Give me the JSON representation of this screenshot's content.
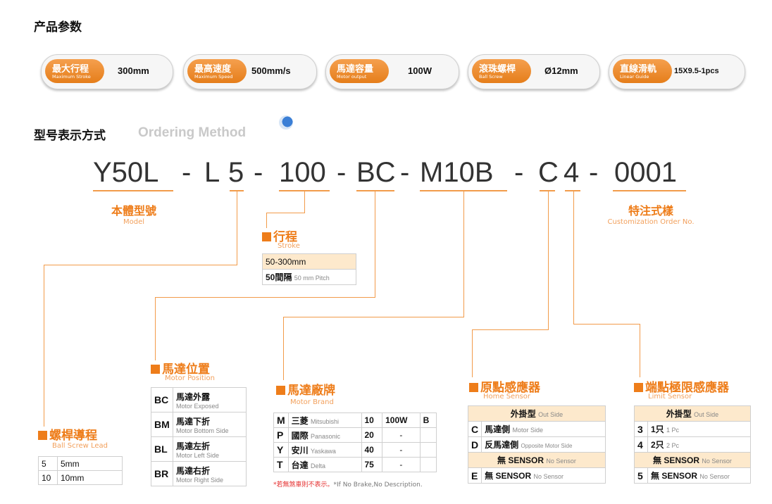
{
  "section1_title": "产品参数",
  "specs": [
    {
      "zh": "最大行程",
      "en": "Maximum Stroke",
      "value": "300mm"
    },
    {
      "zh": "最高速度",
      "en": "Maximum Speed",
      "value": "500mm/s"
    },
    {
      "zh": "馬達容量",
      "en": "Motor output",
      "value": "100W"
    },
    {
      "zh": "滾珠螺桿",
      "en": "Ball Screw",
      "value": "Ø12mm"
    },
    {
      "zh": "直線滑軌",
      "en": "Linear Guide",
      "value": "15X9.5-1pcs"
    }
  ],
  "section2_title": "型号表示方式",
  "section2_en": "Ordering Method",
  "code_parts": [
    "Y50L",
    "-",
    "L",
    "5",
    "-",
    "100",
    "-",
    "BC",
    "-",
    "M10B",
    "-",
    "C",
    "4",
    "-",
    "0001"
  ],
  "model": {
    "zh": "本體型號",
    "en": "Model"
  },
  "custom": {
    "zh": "特注式樣",
    "en": "Customization Order No."
  },
  "stroke": {
    "zh": "行程",
    "en": "Stroke",
    "rows": [
      {
        "a": "50-300mm",
        "b": ""
      },
      {
        "a": "50間隔",
        "b": "50 mm Pitch"
      }
    ]
  },
  "lead": {
    "zh": "螺桿導程",
    "en": "Ball Screw Lead",
    "rows": [
      {
        "a": "5",
        "b": "5mm"
      },
      {
        "a": "10",
        "b": "10mm"
      }
    ]
  },
  "position": {
    "zh": "馬達位置",
    "en": "Motor Position",
    "rows": [
      {
        "code": "BC",
        "zh": "馬達外露",
        "en": "Motor Exposed"
      },
      {
        "code": "BM",
        "zh": "馬達下折",
        "en": "Motor Bottom Side"
      },
      {
        "code": "BL",
        "zh": "馬達左折",
        "en": "Motor Left Side"
      },
      {
        "code": "BR",
        "zh": "馬達右折",
        "en": "Motor Right Side"
      }
    ]
  },
  "brand": {
    "zh": "馬達廠牌",
    "en": "Motor Brand",
    "rows": [
      {
        "code": "M",
        "zh": "三菱",
        "en": "Mitsubishi",
        "num": "10",
        "w": "100W",
        "b": "B"
      },
      {
        "code": "P",
        "zh": "國際",
        "en": "Panasonic",
        "num": "20",
        "w": "-",
        "b": ""
      },
      {
        "code": "Y",
        "zh": "安川",
        "en": "Yaskawa",
        "num": "40",
        "w": "-",
        "b": ""
      },
      {
        "code": "T",
        "zh": "台達",
        "en": "Delta",
        "num": "75",
        "w": "-",
        "b": ""
      }
    ],
    "note_zh": "*若無煞車則不表示。",
    "note_en": "*If No Brake,No Description."
  },
  "home": {
    "zh": "原點感應器",
    "en": "Home Sensor",
    "header": {
      "zh": "外掛型",
      "en": "Out Side"
    },
    "rows": [
      {
        "code": "C",
        "zh": "馬達側",
        "en": "Motor Side"
      },
      {
        "code": "D",
        "zh": "反馬達側",
        "en": "Opposite Motor Side"
      }
    ],
    "none": {
      "zh": "無 SENSOR",
      "en": "No Sensor"
    },
    "last": {
      "code": "E",
      "zh": "無 SENSOR",
      "en": "No Sensor"
    }
  },
  "limit": {
    "zh": "端點極限感應器",
    "en": "Limit Sensor",
    "header": {
      "zh": "外掛型",
      "en": "Out Side"
    },
    "rows": [
      {
        "code": "3",
        "zh": "1只",
        "en": "1 Pc"
      },
      {
        "code": "4",
        "zh": "2只",
        "en": "2 Pc"
      }
    ],
    "none": {
      "zh": "無 SENSOR",
      "en": "No Sensor"
    },
    "last": {
      "code": "5",
      "zh": "無 SENSOR",
      "en": "No Sensor"
    }
  }
}
